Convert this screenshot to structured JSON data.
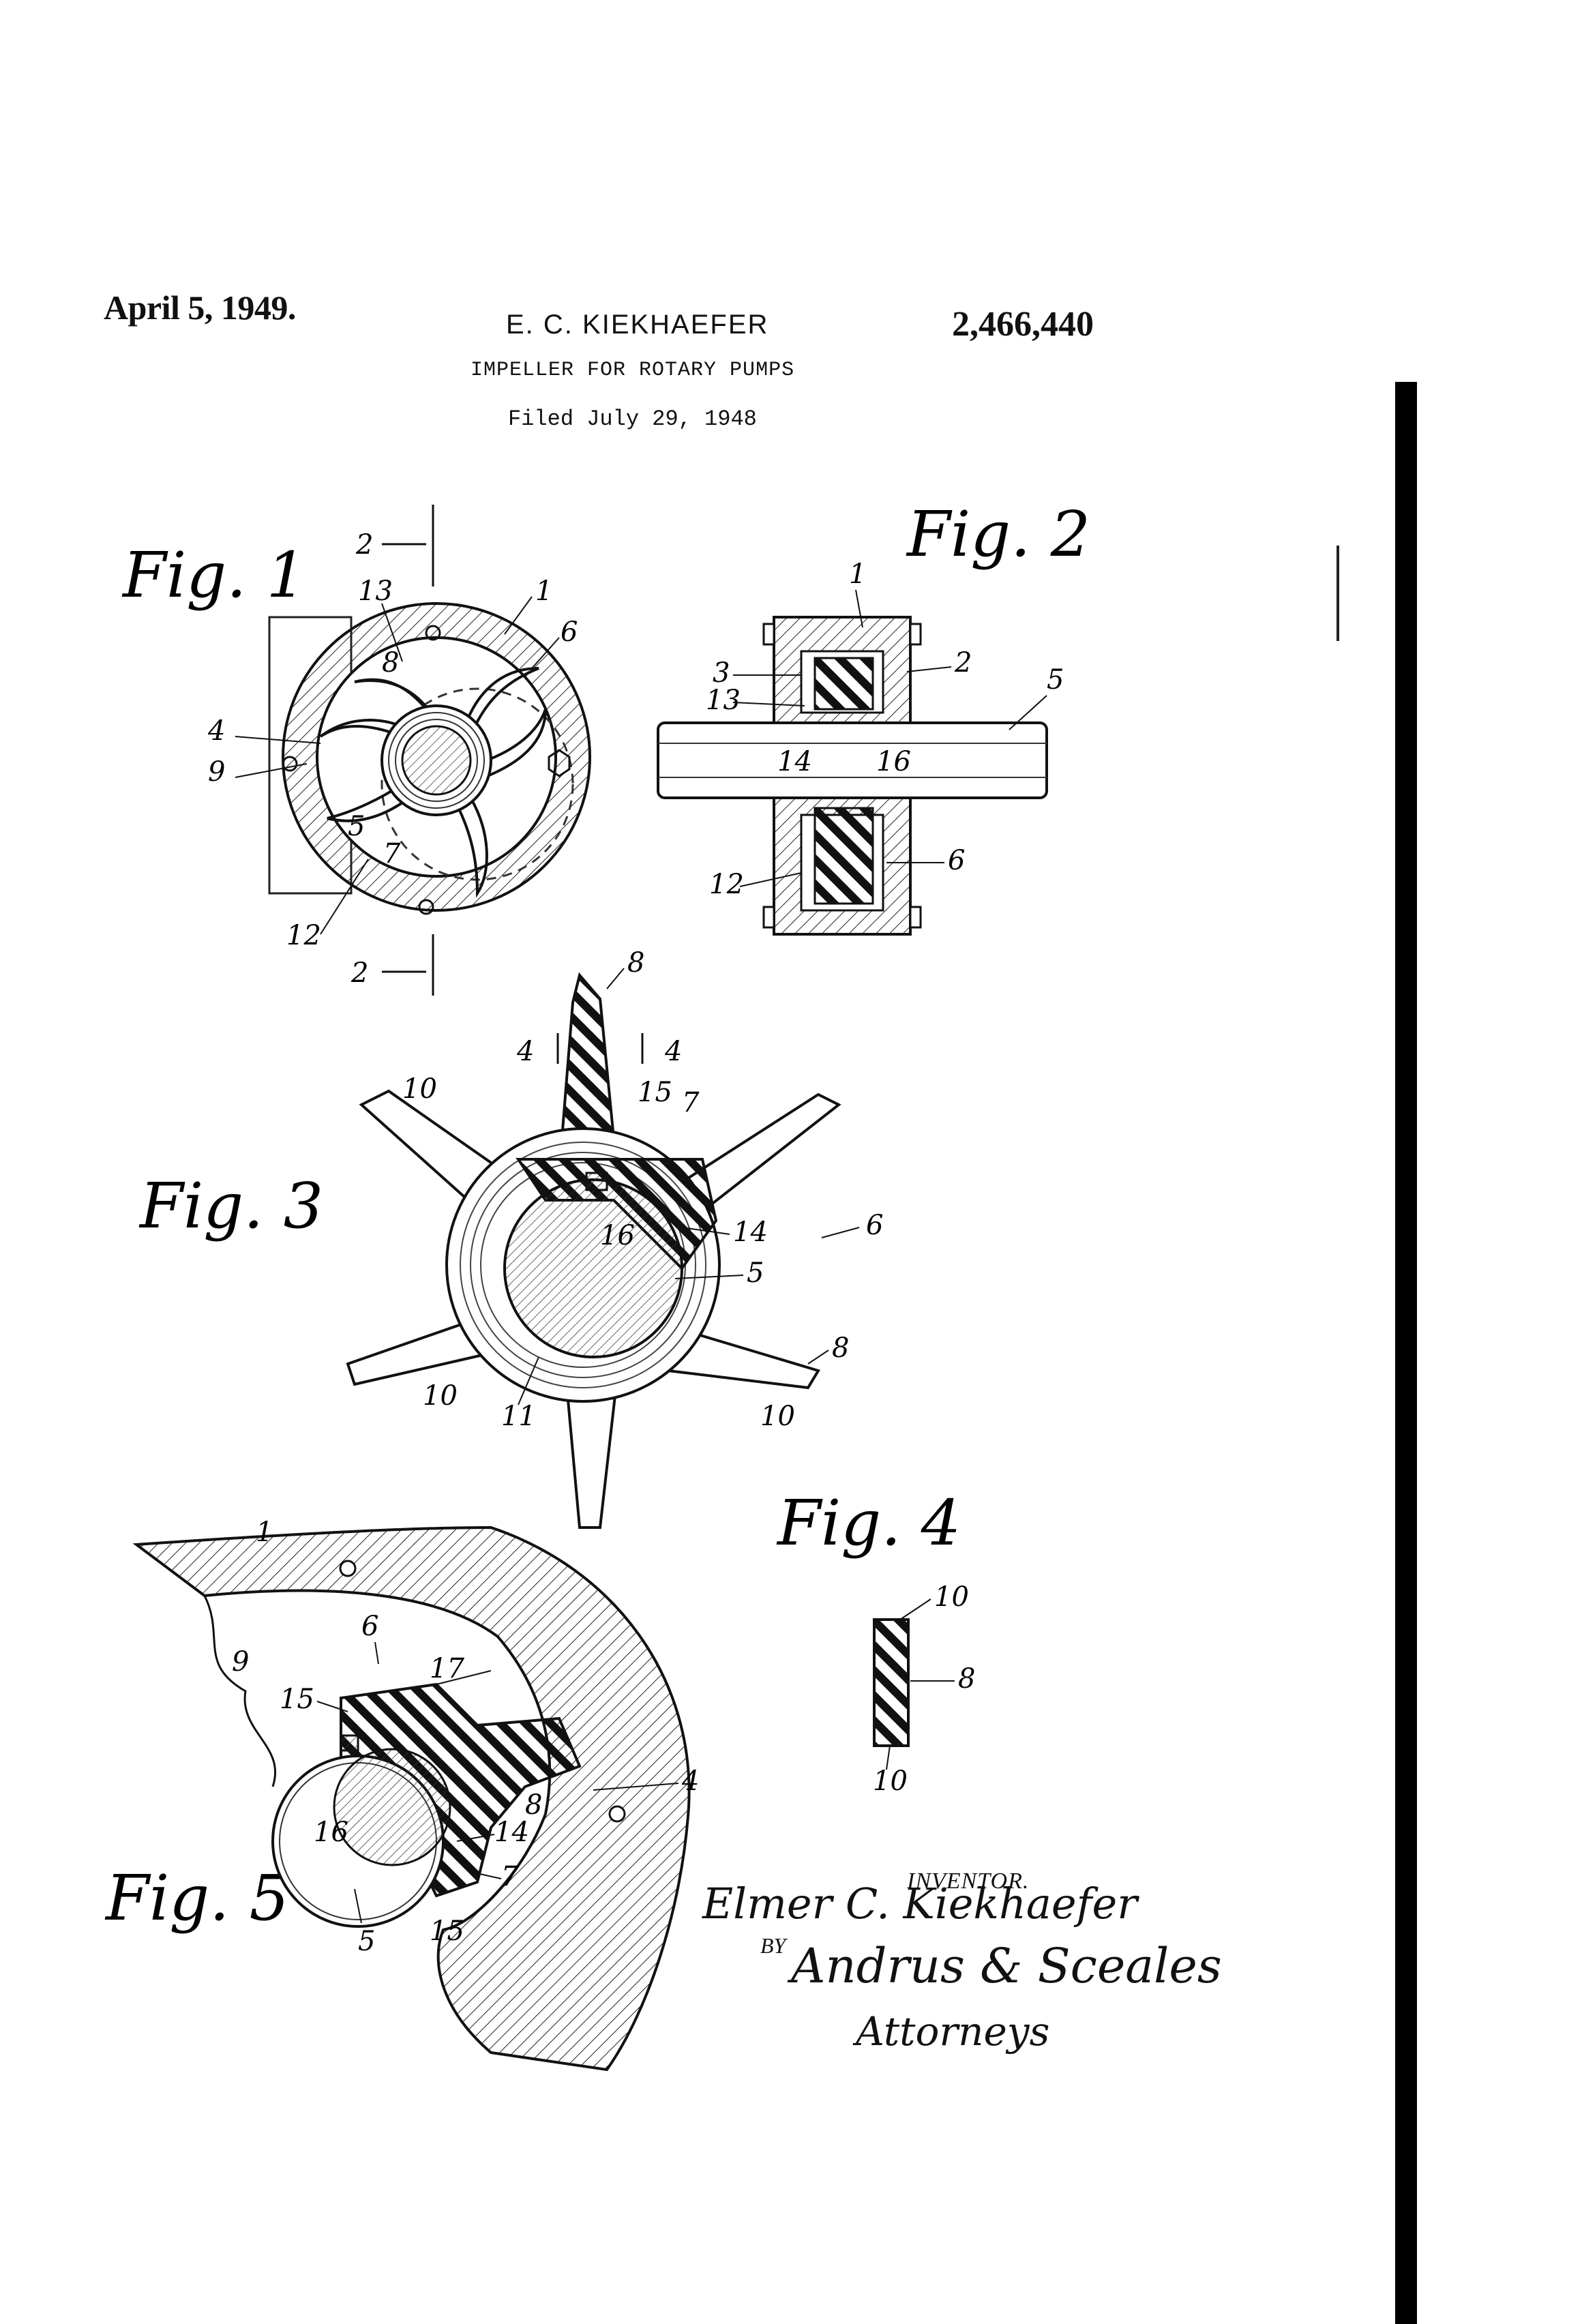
{
  "header": {
    "date": "April 5, 1949.",
    "inventor": "E. C. KIEKHAEFER",
    "patent_number": "2,466,440",
    "title": "IMPELLER FOR ROTARY PUMPS",
    "filed": "Filed July 29, 1948"
  },
  "figures": {
    "fig1": "Fig. 1",
    "fig2": "Fig. 2",
    "fig3": "Fig. 3",
    "fig4": "Fig. 4",
    "fig5": "Fig. 5"
  },
  "reference_numerals": {
    "n1": "1",
    "n2": "2",
    "n3": "3",
    "n4": "4",
    "n5": "5",
    "n6": "6",
    "n7": "7",
    "n8": "8",
    "n9": "9",
    "n10": "10",
    "n11": "11",
    "n12": "12",
    "n13": "13",
    "n14": "14",
    "n15": "15",
    "n16": "16",
    "n17": "17"
  },
  "signature": {
    "inventor_label": "INVENTOR.",
    "inventor_signature": "Elmer C. Kiekhaefer",
    "by": "BY",
    "attorney_signature": "Andrus & Sceales",
    "attorneys": "Attorneys"
  }
}
